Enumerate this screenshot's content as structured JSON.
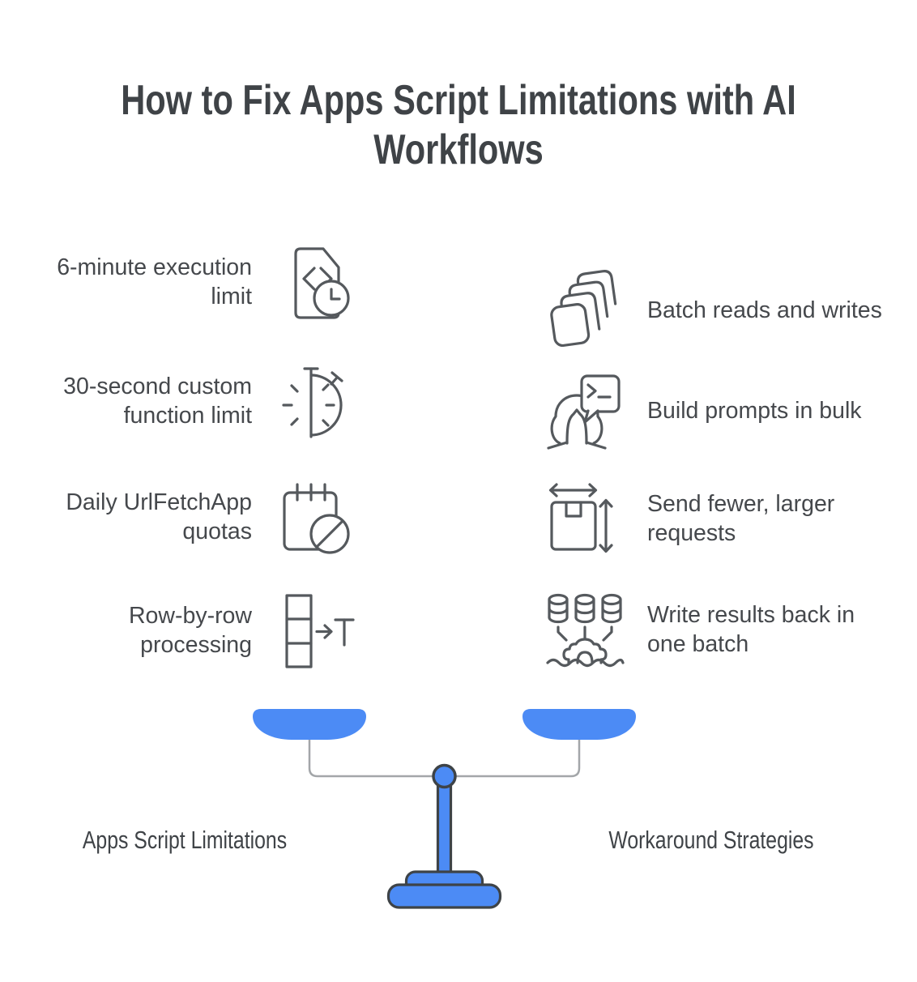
{
  "title": {
    "line1": "How to Fix Apps Script Limitations with AI",
    "line2": "Workflows"
  },
  "left_column": {
    "label": "Apps Script Limitations",
    "items": [
      {
        "label": "6-minute execution limit",
        "icon": "code-file-clock-icon"
      },
      {
        "label": "30-second custom function limit",
        "icon": "stopwatch-icon"
      },
      {
        "label": "Daily UrlFetchApp quotas",
        "icon": "calendar-blocked-icon"
      },
      {
        "label": "Row-by-row processing",
        "icon": "row-to-text-icon"
      }
    ]
  },
  "right_column": {
    "label": "Workaround Strategies",
    "items": [
      {
        "label": "Batch reads and writes",
        "icon": "layered-sheets-icon"
      },
      {
        "label": "Build prompts in bulk",
        "icon": "person-prompt-bubble-icon"
      },
      {
        "label": "Send fewer, larger requests",
        "icon": "package-resize-icon"
      },
      {
        "label": "Write results back in one batch",
        "icon": "databases-to-gear-icon"
      }
    ]
  },
  "colors": {
    "accent_blue": "#4c8bf5",
    "title_text": "#3f4347",
    "body_text": "#45484c",
    "icon_stroke": "#55595d",
    "connector_gray": "#a3a6a9",
    "scale_outline": "#3e4347"
  }
}
